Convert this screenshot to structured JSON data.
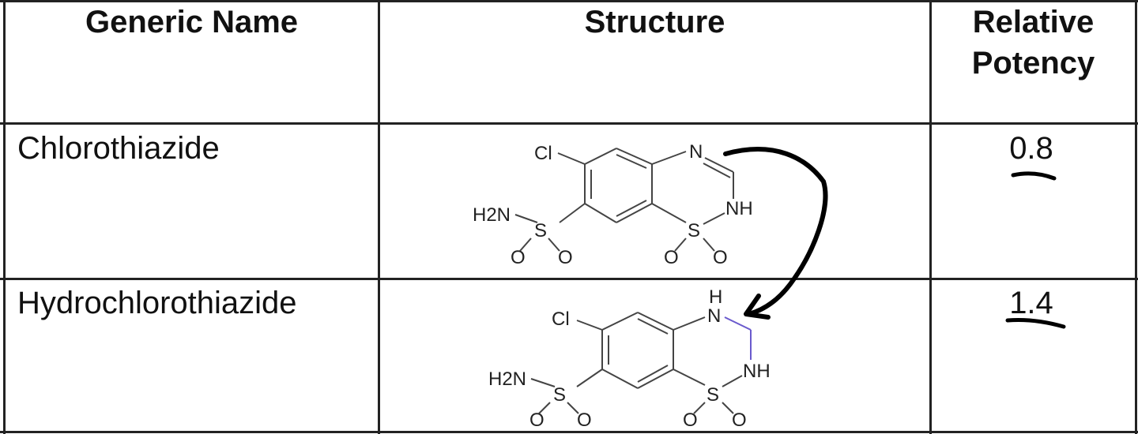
{
  "table": {
    "headers": {
      "generic_name": "Generic Name",
      "structure": "Structure",
      "relative_potency_line1": "Relative",
      "relative_potency_line2": "Potency"
    },
    "rows": [
      {
        "name": "Chlorothiazide",
        "potency": "0.8",
        "structure_labels": {
          "cl": "Cl",
          "n": "N",
          "nh": "NH",
          "h2n": "H2N",
          "s_sulfonamide": "S",
          "s_ring": "S",
          "o": "O"
        }
      },
      {
        "name": "Hydrochlorothiazide",
        "potency": "1.4",
        "structure_labels": {
          "cl": "Cl",
          "h": "H",
          "n": "N",
          "nh": "NH",
          "h2n": "H2N",
          "s_sulfonamide": "S",
          "s_ring": "S",
          "o": "O"
        }
      }
    ]
  },
  "annotations": {
    "ink_color": "#000000",
    "bond_highlight_color": "#6a5acd"
  }
}
